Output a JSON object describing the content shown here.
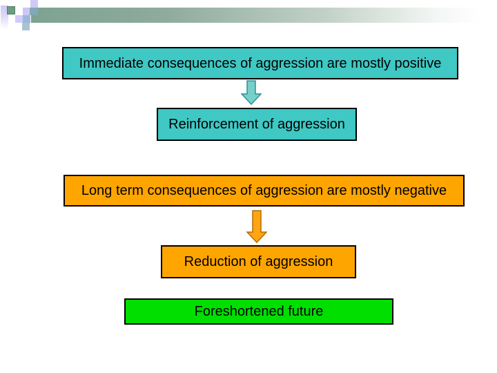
{
  "flow": {
    "boxes": [
      {
        "id": "immediate",
        "label": "Immediate consequences of aggression are mostly positive",
        "fill": "#3fc8c4"
      },
      {
        "id": "reinforcement",
        "label": "Reinforcement of aggression",
        "fill": "#3fc8c4"
      },
      {
        "id": "longterm",
        "label": "Long term consequences of aggression are mostly negative",
        "fill": "#ffa500"
      },
      {
        "id": "reduction",
        "label": "Reduction of aggression",
        "fill": "#ffa500"
      },
      {
        "id": "foreshortened",
        "label": "Foreshortened future",
        "fill": "#00df00"
      }
    ],
    "arrows": [
      {
        "name": "teal-down-arrow",
        "fill": "#76cfc9",
        "stroke": "#2f8e93"
      },
      {
        "name": "orange-down-arrow",
        "fill": "#ffa512",
        "stroke": "#b36b00"
      }
    ]
  },
  "decoration": {
    "top_bar_gradient": [
      "#7da293",
      "#ffffff"
    ],
    "tile_colors": {
      "lavender": "#cdcaf7",
      "green_bordered": "#6e9c80",
      "teal_blue": "#7fa9b4",
      "blue": "#9cb8d8",
      "light_blue": "#a8c4d4",
      "gradient_strip_top": "#c9c8f6"
    },
    "box_border_color": "#000000",
    "text_color": "#000000"
  }
}
